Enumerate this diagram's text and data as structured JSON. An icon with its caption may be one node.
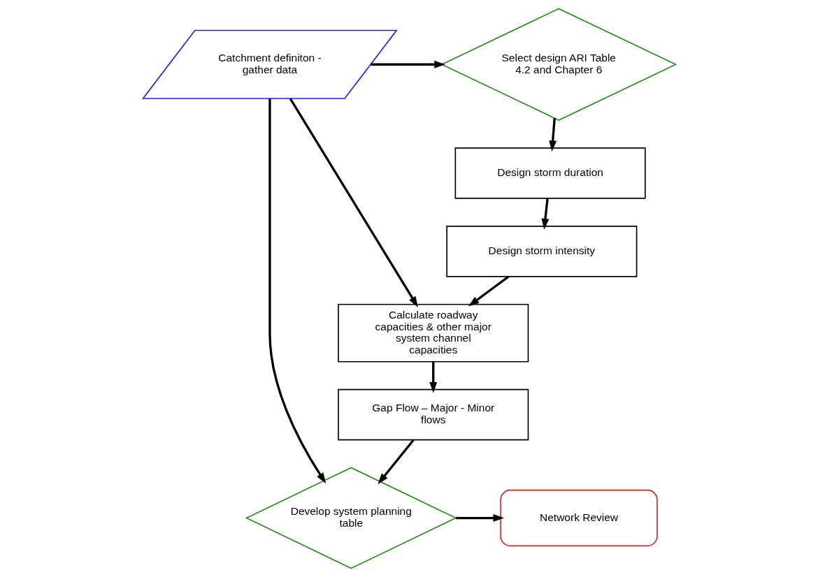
{
  "diagram": {
    "nodes": [
      {
        "text": [
          "Catchment definiton - gather data"
        ]
      },
      {
        "text": [
          "Select design ARI Table 4.2 and Chapter 6"
        ]
      },
      {
        "text": [
          "Calculate roadway capacities & other major system channel capacities"
        ]
      },
      {
        "text": [
          "Design storm duration"
        ]
      },
      {
        "text": [
          "Gap Flow – Major - Minor flows"
        ]
      },
      {
        "text": [
          "Design storm intensity"
        ]
      },
      {
        "text": [
          "Develop system planning table"
        ]
      },
      {
        "text": [
          "Network Review"
        ]
      }
    ],
    "edges": [
      {
        "from": 0,
        "to": 1,
        "arrow": "to"
      },
      {
        "from": 0,
        "to": 2,
        "arrow": "to"
      },
      {
        "from": 1,
        "to": 3,
        "arrow": "to"
      },
      {
        "from": 3,
        "to": 5,
        "arrow": "to"
      },
      {
        "from": 5,
        "to": 2,
        "arrow": "to"
      },
      {
        "from": 2,
        "to": 4,
        "arrow": "to"
      },
      {
        "from": 4,
        "to": 6,
        "arrow": "to"
      },
      {
        "from": 0,
        "to": 6,
        "arrow": "to"
      },
      {
        "from": 6,
        "to": 7,
        "arrow": "to"
      }
    ]
  }
}
